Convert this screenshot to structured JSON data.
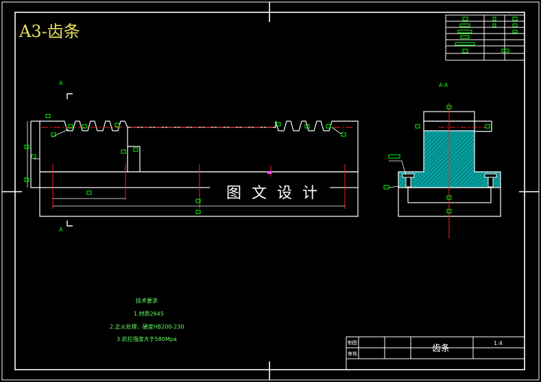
{
  "sheet": {
    "title": "A3-齿条",
    "title_color": "#e8e060"
  },
  "views": {
    "section_label": "A-A",
    "marker_a": "A"
  },
  "watermark": {
    "text": "图 文 设 计"
  },
  "tech_requirements": {
    "heading": "技术要求",
    "items": [
      "1.材质2645",
      "2.正火处理，硬度HB200-230",
      "3.抗拉强度大于580Mpa"
    ]
  },
  "title_block": {
    "part_name": "齿条",
    "scale": "1:4",
    "row1_label": "制图",
    "row2_label": "审核"
  },
  "colors": {
    "outline": "#ffffff",
    "dimension": "#00ff00",
    "centerline": "#ff2020",
    "hatch": "#00cccc",
    "note": "#66ff66",
    "accent": "#ffff00"
  }
}
